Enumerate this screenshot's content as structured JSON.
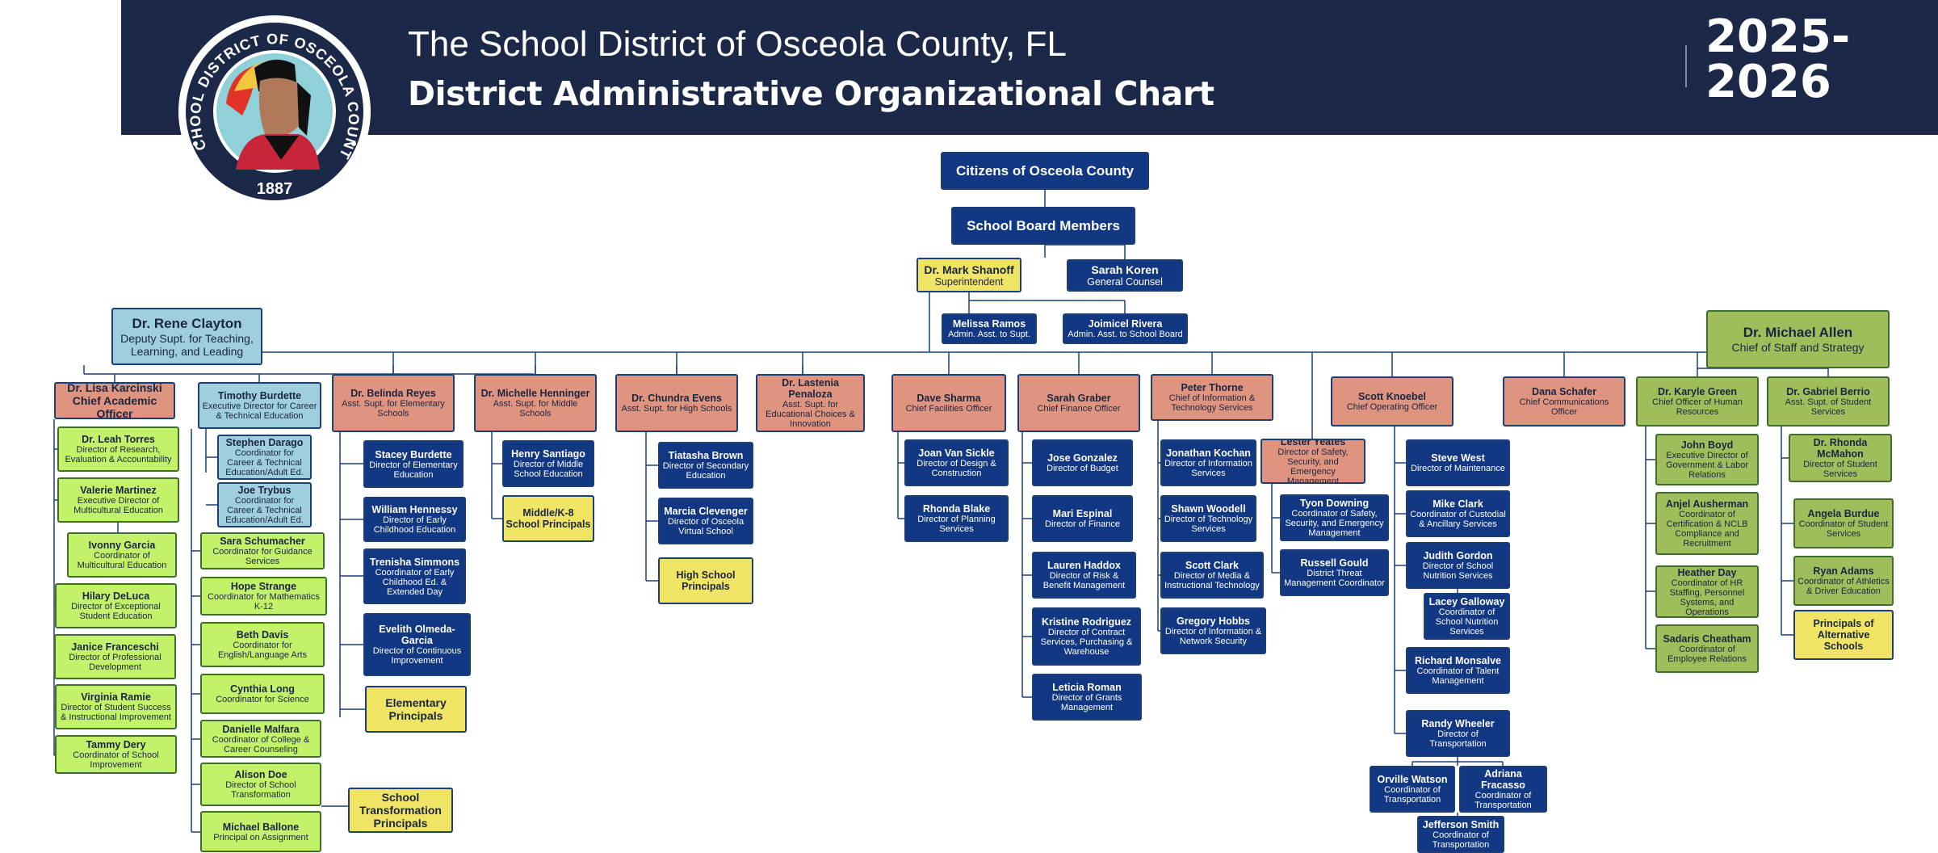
{
  "header": {
    "title_line1": "The School District of Osceola County, FL",
    "title_line2": "District Administrative Organizational Chart",
    "year": "2025-\n2026"
  },
  "logo": {
    "ring_text": "THE SCHOOL DISTRICT OF OSCEOLA COUNTY, FL",
    "year": "1887"
  },
  "colors": {
    "header_bg": "#1c2848",
    "navy": "#123783",
    "salmon": "#df9480",
    "light_blue": "#9fcfdc",
    "lime": "#c2f26a",
    "olive": "#9fbe5b",
    "yellow": "#f0e464",
    "connector": "#1c3f77"
  },
  "nodes": [
    {
      "id": "citizens",
      "name": "Citizens of Osceola County",
      "title": ""
    },
    {
      "id": "board",
      "name": "School Board Members",
      "title": ""
    },
    {
      "id": "shanoff",
      "name": "Dr. Mark Shanoff",
      "title": "Superintendent"
    },
    {
      "id": "koren",
      "name": "Sarah Koren",
      "title": "General Counsel"
    },
    {
      "id": "ramos",
      "name": "Melissa Ramos",
      "title": "Admin. Asst. to Supt."
    },
    {
      "id": "rivera",
      "name": "Joimicel Rivera",
      "title": "Admin. Asst. to School Board"
    },
    {
      "id": "clayton",
      "name": "Dr. Rene Clayton",
      "title": "Deputy Supt. for Teaching, Learning, and Leading"
    },
    {
      "id": "allen",
      "name": "Dr. Michael Allen",
      "title": "Chief of Staff and Strategy"
    },
    {
      "id": "karcinski",
      "name": "Dr. Lisa Karcinski Chief Academic Officer",
      "title": ""
    },
    {
      "id": "torres",
      "name": "Dr. Leah Torres",
      "title": "Director of Research, Evaluation & Accountability"
    },
    {
      "id": "martinez",
      "name": "Valerie Martinez",
      "title": "Executive Director of Multicultural Education"
    },
    {
      "id": "garcia",
      "name": "Ivonny Garcia",
      "title": "Coordinator of Multicultural Education"
    },
    {
      "id": "deluca",
      "name": "Hilary DeLuca",
      "title": "Director of Exceptional Student Education"
    },
    {
      "id": "franceschi",
      "name": "Janice Franceschi",
      "title": "Director of Professional Development"
    },
    {
      "id": "ramie",
      "name": "Virginia Ramie",
      "title": "Director of Student Success & Instructional Improvement"
    },
    {
      "id": "dery",
      "name": "Tammy Dery",
      "title": "Coordinator of School Improvement"
    },
    {
      "id": "burdette_t",
      "name": "Timothy Burdette",
      "title": "Executive Director for Career & Technical Education"
    },
    {
      "id": "darago",
      "name": "Stephen Darago",
      "title": "Coordinator for Career & Technical Education/Adult Ed."
    },
    {
      "id": "trybus",
      "name": "Joe Trybus",
      "title": "Coordinator for Career & Technical Education/Adult Ed."
    },
    {
      "id": "schumacher",
      "name": "Sara Schumacher",
      "title": "Coordinator for Guidance Services"
    },
    {
      "id": "strange",
      "name": "Hope Strange",
      "title": "Coordinator for Mathematics K-12"
    },
    {
      "id": "davis",
      "name": "Beth Davis",
      "title": "Coordinator for English/Language Arts"
    },
    {
      "id": "long",
      "name": "Cynthia Long",
      "title": "Coordinator for Science"
    },
    {
      "id": "malfara",
      "name": "Danielle Malfara",
      "title": "Coordinator of College & Career Counseling"
    },
    {
      "id": "doe",
      "name": "Alison Doe",
      "title": "Director of School Transformation"
    },
    {
      "id": "ballone",
      "name": "Michael Ballone",
      "title": "Principal on Assignment"
    },
    {
      "id": "stp",
      "name": "School Transformation Principals",
      "title": ""
    },
    {
      "id": "reyes",
      "name": "Dr. Belinda Reyes",
      "title": "Asst. Supt. for Elementary Schools"
    },
    {
      "id": "burdette_s",
      "name": "Stacey Burdette",
      "title": "Director of Elementary Education"
    },
    {
      "id": "hennessy",
      "name": "William Hennessy",
      "title": "Director of Early Childhood Education"
    },
    {
      "id": "simmons",
      "name": "Trenisha Simmons",
      "title": "Coordinator of Early Childhood Ed. & Extended Day"
    },
    {
      "id": "olmeda",
      "name": "Evelith Olmeda-Garcia",
      "title": "Director of Continuous Improvement"
    },
    {
      "id": "elem",
      "name": "Elementary Principals",
      "title": ""
    },
    {
      "id": "henninger",
      "name": "Dr. Michelle Henninger",
      "title": "Asst. Supt. for Middle Schools"
    },
    {
      "id": "santiago",
      "name": "Henry Santiago",
      "title": "Director of Middle School Education"
    },
    {
      "id": "middle",
      "name": "Middle/K-8 School Principals",
      "title": ""
    },
    {
      "id": "evens",
      "name": "Dr. Chundra Evens",
      "title": "Asst. Supt. for High Schools"
    },
    {
      "id": "brown",
      "name": "Tiatasha Brown",
      "title": "Director of Secondary Education"
    },
    {
      "id": "clevenger",
      "name": "Marcia Clevenger",
      "title": "Director of Osceola Virtual School"
    },
    {
      "id": "high",
      "name": "High School Principals",
      "title": ""
    },
    {
      "id": "penaloza",
      "name": "Dr. Lastenia Penaloza",
      "title": "Asst. Supt. for Educational Choices & Innovation"
    },
    {
      "id": "sharma",
      "name": "Dave Sharma",
      "title": "Chief Facilities Officer"
    },
    {
      "id": "sickle",
      "name": "Joan Van Sickle",
      "title": "Director of Design & Construction"
    },
    {
      "id": "blake",
      "name": "Rhonda Blake",
      "title": "Director of Planning Services"
    },
    {
      "id": "graber",
      "name": "Sarah Graber",
      "title": "Chief Finance Officer"
    },
    {
      "id": "gonzalez",
      "name": "Jose Gonzalez",
      "title": "Director of Budget"
    },
    {
      "id": "espinal",
      "name": "Mari Espinal",
      "title": "Director of Finance"
    },
    {
      "id": "haddox",
      "name": "Lauren Haddox",
      "title": "Director of Risk & Benefit Management"
    },
    {
      "id": "rodriguez",
      "name": "Kristine Rodriguez",
      "title": "Director of Contract Services, Purchasing & Warehouse"
    },
    {
      "id": "roman",
      "name": "Leticia Roman",
      "title": "Director of Grants Management"
    },
    {
      "id": "thorne",
      "name": "Peter Thorne",
      "title": "Chief of Information & Technology Services"
    },
    {
      "id": "kochan",
      "name": "Jonathan Kochan",
      "title": "Director of Information Services"
    },
    {
      "id": "woodell",
      "name": "Shawn Woodell",
      "title": "Director of Technology Services"
    },
    {
      "id": "clark_s",
      "name": "Scott Clark",
      "title": "Director of Media & Instructional Technology"
    },
    {
      "id": "hobbs",
      "name": "Gregory Hobbs",
      "title": "Director of Information & Network Security"
    },
    {
      "id": "yeates",
      "name": "Lester Yeates",
      "title": "Director of Safety, Security, and Emergency Management"
    },
    {
      "id": "downing",
      "name": "Tyon Downing",
      "title": "Coordinator of Safety, Security, and Emergency Management"
    },
    {
      "id": "gould",
      "name": "Russell Gould",
      "title": "District Threat Management Coordinator"
    },
    {
      "id": "knoebel",
      "name": "Scott Knoebel",
      "title": "Chief Operating Officer"
    },
    {
      "id": "west",
      "name": "Steve West",
      "title": "Director of Maintenance"
    },
    {
      "id": "clark_m",
      "name": "Mike Clark",
      "title": "Coordinator of Custodial & Ancillary Services"
    },
    {
      "id": "gordon",
      "name": "Judith Gordon",
      "title": "Director of School Nutrition Services"
    },
    {
      "id": "galloway",
      "name": "Lacey Galloway",
      "title": "Coordinator of School Nutrition Services"
    },
    {
      "id": "monsalve",
      "name": "Richard Monsalve",
      "title": "Coordinator of Talent Management"
    },
    {
      "id": "wheeler",
      "name": "Randy Wheeler",
      "title": "Director of Transportation"
    },
    {
      "id": "watson",
      "name": "Orville Watson",
      "title": "Coordinator of Transportation"
    },
    {
      "id": "fracasso",
      "name": "Adriana Fracasso",
      "title": "Coordinator of Transportation"
    },
    {
      "id": "smith",
      "name": "Jefferson Smith",
      "title": "Coordinator of Transportation"
    },
    {
      "id": "schafer",
      "name": "Dana Schafer",
      "title": "Chief Communications Officer"
    },
    {
      "id": "green",
      "name": "Dr. Karyle Green",
      "title": "Chief Officer of Human Resources"
    },
    {
      "id": "boyd",
      "name": "John Boyd",
      "title": "Executive Director of Government & Labor Relations"
    },
    {
      "id": "ausherman",
      "name": "Anjel Ausherman",
      "title": "Coordinator of Certification & NCLB Compliance and Recruitment"
    },
    {
      "id": "day",
      "name": "Heather Day",
      "title": "Coordinator of HR Staffing, Personnel Systems, and Operations"
    },
    {
      "id": "cheatham",
      "name": "Sadaris Cheatham",
      "title": "Coordinator of Employee Relations"
    },
    {
      "id": "berrio",
      "name": "Dr. Gabriel Berrio",
      "title": "Asst. Supt. of Student Services"
    },
    {
      "id": "mcmahon",
      "name": "Dr. Rhonda McMahon",
      "title": "Director of Student Services"
    },
    {
      "id": "burdue",
      "name": "Angela Burdue",
      "title": "Coordinator of Student Services"
    },
    {
      "id": "adams",
      "name": "Ryan Adams",
      "title": "Coordinator of Athletics & Driver Education"
    },
    {
      "id": "alt",
      "name": "Principals of Alternative Schools",
      "title": ""
    }
  ]
}
